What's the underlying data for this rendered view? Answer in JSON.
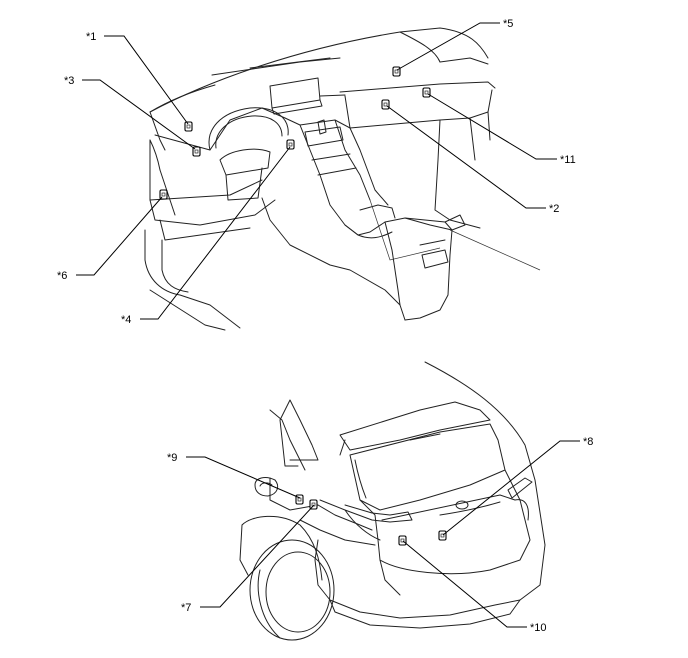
{
  "labels": {
    "c1": "*1",
    "c2": "*2",
    "c3": "*3",
    "c4": "*4",
    "c5": "*5",
    "c6": "*6",
    "c7": "*7",
    "c8": "*8",
    "c9": "*9",
    "c10": "*10",
    "c11": "*11"
  }
}
